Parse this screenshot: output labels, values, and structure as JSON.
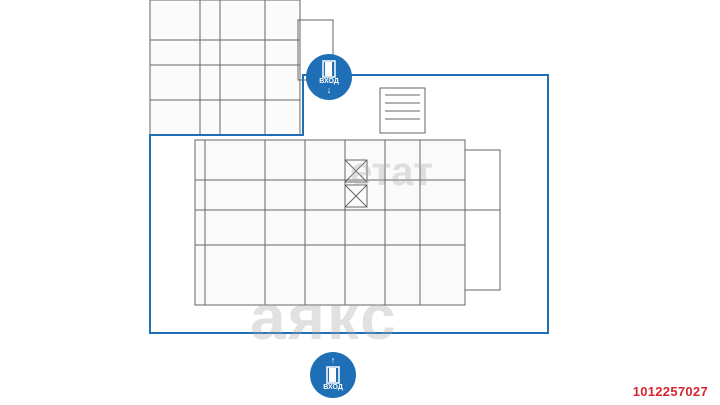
{
  "entrance_top": {
    "label": "ВХОД",
    "arrow": "↓",
    "icon": "door-icon"
  },
  "entrance_bottom": {
    "label": "ВХОД",
    "arrow": "↑",
    "icon": "door-icon"
  },
  "listing_id": "1012257027",
  "watermark": "аякс",
  "watermark2": "етат",
  "colors": {
    "outline": "#1e6fb5",
    "badge": "#1e6fb5",
    "id_text": "#d6262f",
    "walls": "#555555"
  }
}
